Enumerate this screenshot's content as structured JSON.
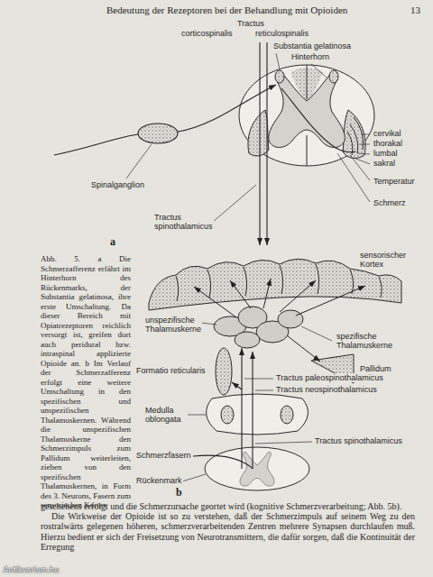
{
  "diagram": {
    "caption": "Abb. 5. a Die Schmerzafferenz erfährt im Hinterhorn des Rückenmarks, der Substantia gelatinosa, ihre erste Umschaltung. Da dieser Bereich mit Opiatrezeptoren reichlich versorgt ist, greifen dort auch peridural bzw. intraspinal applizierte Opioide an. b Im Verlauf der Schmerzafferenz erfolgt eine weitere Umschaltung in den spezifischen und unspezifischen Thalamuskernen. Während die unspezifischen Thalamuskerne den Schmerzimpuls zum Pallidum weiterleiten, ziehen von den spezifischen Thalamuskernen, in Form des 3. Neurons, Fasern zum sensorischen Kortex",
    "labels": [
      "Bedeutung der Rezeptoren bei der Behandlung mit Opioiden",
      "13",
      "Tractus",
      "corticospinalis",
      "reticulospinalis",
      "Substantia gelatinosa",
      "Hinterhorn",
      "cervikal",
      "thorakal",
      "lumbal",
      "sakral",
      "Temperatur",
      "Schmerz",
      "Spinalganglion",
      "Tractus spinothalamicus",
      "a",
      "sensorischer Kortex",
      "unspezifische Thalamuskerne",
      "spezifische Thalamuskerne",
      "Pallidum",
      "Formatio reticularis",
      "Tractus paleospinothalamicus",
      "Tractus neospinothalamicus",
      "Medulla oblongata",
      "Tractus spinothalamicus",
      "Schmerzfasern",
      "Rückenmark",
      "b",
      "geschehens erfolgt und die Schmerzursache geortet wird (kognitive Schmerzverarbeitung; Abb. 5b).",
      "Die Wirkweise der Opioide ist so zu verstehen, daß der Schmerzimpuls auf seinem Weg zu den rostralwärts gelegenen höheren, schmerzverarbeitenden Zentren mehrere Synapsen durchlaufen muß. Hierzu bedient er sich der Freisetzung von Neurotransmittern, die dafür sorgen, daß die Kontinuität der Erregung",
      "Antikvarium.hu"
    ]
  }
}
